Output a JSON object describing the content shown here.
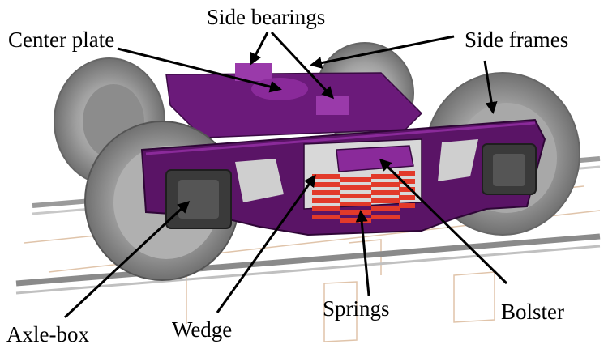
{
  "labels": {
    "side_bearings": "Side bearings",
    "center_plate": "Center plate",
    "side_frames": "Side frames",
    "springs": "Springs",
    "bolster": "Bolster",
    "axle_box": "Axle-box",
    "wedge": "Wedge"
  },
  "colors": {
    "frame": "#5a1466",
    "frame_light": "#8a2a9a",
    "wheel": "#9a9a9a",
    "wheel_dark": "#6e6e6e",
    "spring": "#e23a2a",
    "rail": "#8c8c8c",
    "sleeper": "#e6c9b0",
    "axlebox": "#3a3a3a"
  }
}
